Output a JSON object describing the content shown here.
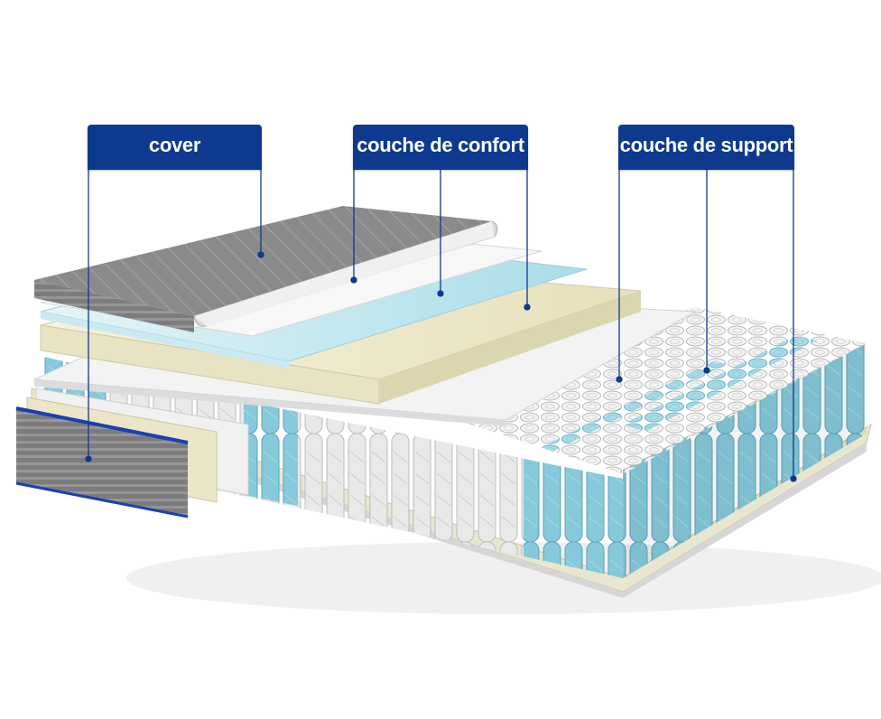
{
  "labels": {
    "cover": "cover",
    "comfort": "couche de confort",
    "support": "couche de support"
  },
  "colors": {
    "label_bg": "#0d3a8f",
    "leader": "#0d3a8f",
    "cover_fabric": "#8e8e8e",
    "comfort_foam": "#bfe6ef",
    "memory_foam": "#ede8c8",
    "coil_white": "#eeeeee",
    "coil_blue": "#7cc6d9"
  }
}
